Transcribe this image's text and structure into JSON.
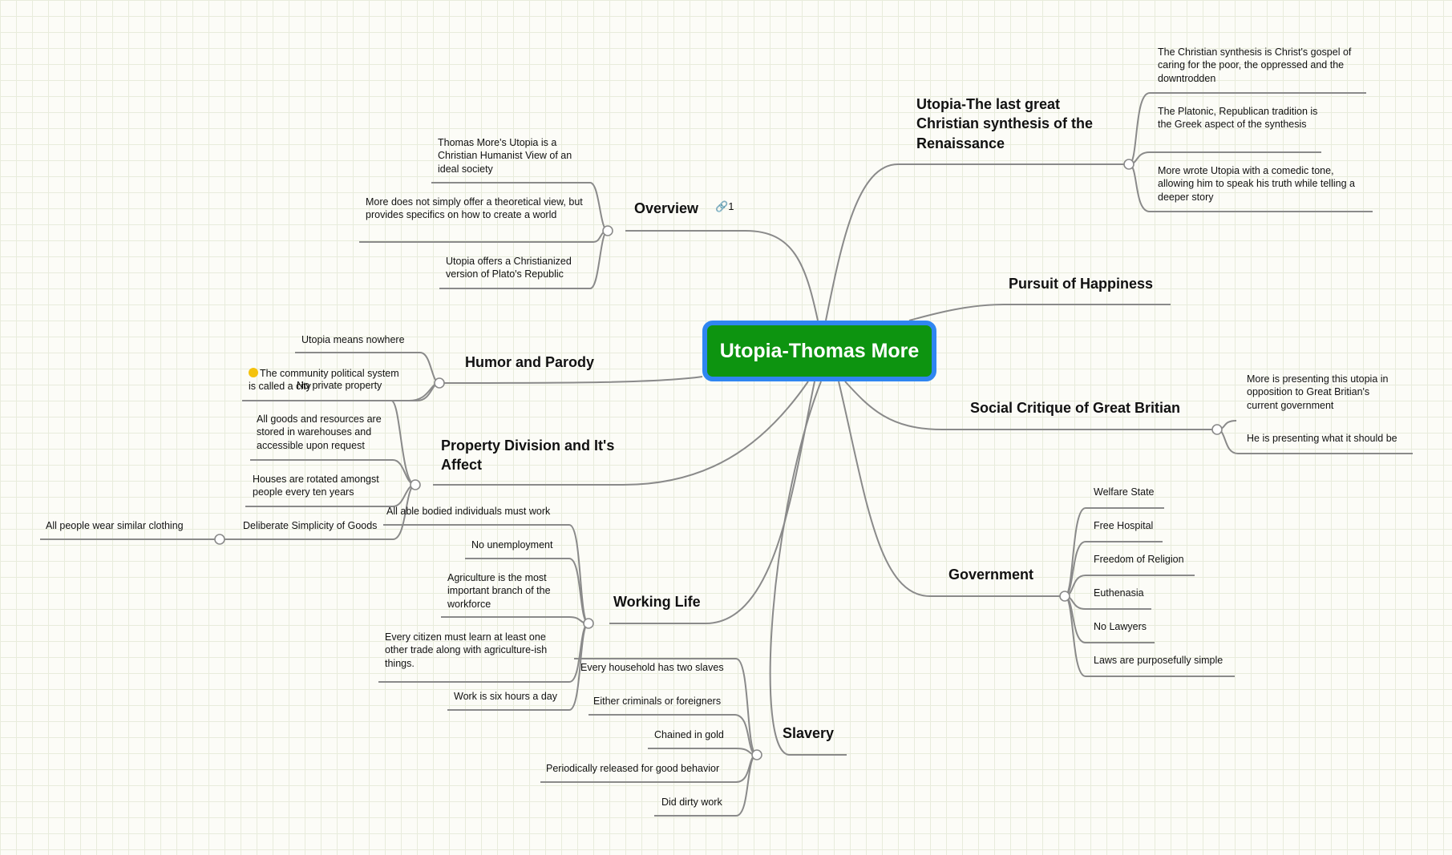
{
  "central_topic": "Utopia-Thomas More",
  "overview": {
    "title": "Overview",
    "link_count": "1",
    "items": [
      "Thomas More's Utopia is a Christian Humanist View of an ideal society",
      "More does not simply offer a theoretical view, but provides specifics on how to create a world",
      "Utopia offers a Christianized version of Plato's Republic"
    ]
  },
  "humor": {
    "title": "Humor and Parody",
    "items": [
      "Utopia means nowhere",
      "The community political system is called a city",
      "No private property"
    ]
  },
  "property": {
    "title": "Property Division and It's Affect",
    "items": [
      "All goods and resources are stored in warehouses and accessible upon request",
      "Houses are rotated amongst people every ten years",
      "Deliberate Simplicity of Goods"
    ],
    "subitem": "All people wear similar clothing"
  },
  "working": {
    "title": "Working Life",
    "items": [
      "All able bodied individuals must work",
      "No unemployment",
      "Agriculture is the most important branch of the workforce",
      "Every citizen must learn at least one other trade along with agriculture-ish things.",
      "Work is six hours a day"
    ]
  },
  "slavery": {
    "title": "Slavery",
    "items": [
      "Every household has two slaves",
      "Either criminals or foreigners",
      "Chained in gold",
      "Periodically released for good behavior",
      "Did dirty work"
    ]
  },
  "synthesis": {
    "title": "Utopia-The last great Christian synthesis of the Renaissance",
    "items": [
      "The Christian synthesis is Christ's gospel of caring for the poor, the oppressed and the downtrodden",
      "The Platonic, Republican tradition is the Greek aspect of the synthesis",
      "More wrote Utopia with a comedic tone, allowing him to speak his truth while telling a deeper story"
    ]
  },
  "happiness": {
    "title": "Pursuit of Happiness"
  },
  "critique": {
    "title": "Social Critique of Great Britian",
    "items": [
      "More is presenting this utopia in opposition to Great Britian's current government",
      "He is presenting what it should be"
    ]
  },
  "government": {
    "title": "Government",
    "items": [
      "Welfare State",
      "Free Hospital",
      "Freedom of Religion",
      "Euthenasia",
      "No Lawyers",
      "Laws are purposefully simple"
    ]
  }
}
